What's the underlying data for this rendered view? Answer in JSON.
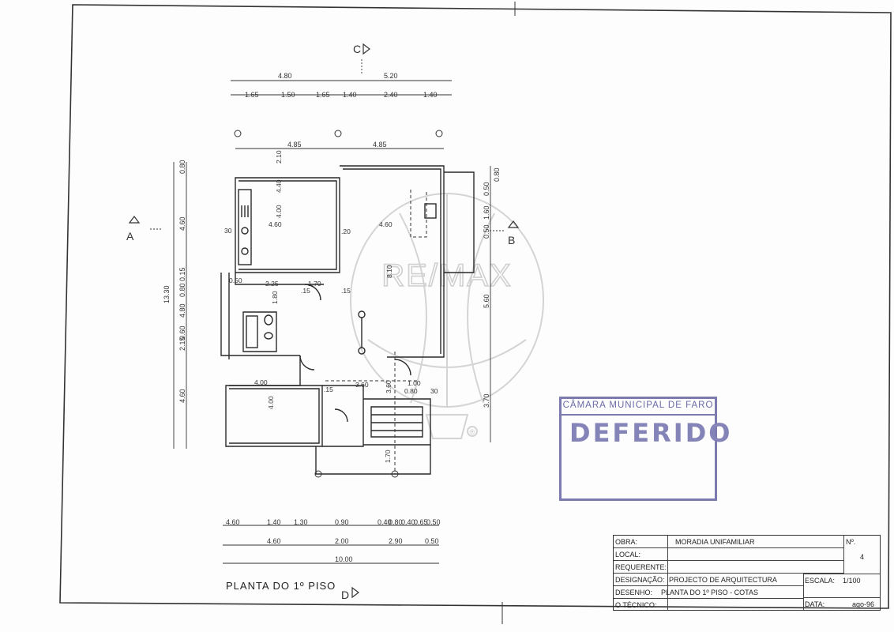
{
  "section_markers": {
    "a": "A",
    "b": "B",
    "c": "C",
    "d": "D"
  },
  "top_dimensions": {
    "overall": [
      "4.80",
      "5.20"
    ],
    "detail": [
      "1.65",
      "1.50",
      "1.65",
      "1.40",
      "2.40",
      "1.40"
    ],
    "inner": [
      "4.85",
      "4.85"
    ]
  },
  "left_dimensions": {
    "overall": "13.30",
    "segments": [
      "0.80",
      "4.60",
      "0.15",
      "0.80",
      "4.80",
      "2.15",
      "0.60",
      "4.60"
    ]
  },
  "right_dimensions": [
    "0.50",
    "0.80",
    "1.60",
    "0.50",
    "5.60",
    "3.70"
  ],
  "bottom_dimensions": {
    "detail": [
      "4.60",
      "1.40",
      "1.30",
      "0.90",
      "0.40",
      "0.80",
      "0.40",
      "0.65",
      "0.50"
    ],
    "middle": [
      "4.60",
      "2.00",
      "2.90",
      "0.50"
    ],
    "overall": "10.00"
  },
  "room_dimensions": [
    "4.60",
    "4.00",
    "4.60",
    ".20",
    "4.40",
    "2.25",
    "1.70",
    "1.80",
    "0.50",
    "4.00",
    "4.00",
    "3.60",
    "3.60",
    "1.00",
    "0.80",
    "30",
    "30",
    ".15",
    ".15",
    ".15",
    "2.10",
    "8.10",
    "1.70"
  ],
  "watermark": {
    "brand": "RE/MAX",
    "trademark": "®"
  },
  "stamp": {
    "authority": "CÂMARA MUNICIPAL DE FARO",
    "status": "DEFERIDO"
  },
  "title_block": {
    "obra_label": "OBRA:",
    "obra_value": "MORADIA UNIFAMILIAR",
    "local_label": "LOCAL:",
    "requerente_label": "REQUERENTE:",
    "designacao_label": "DESIGNAÇÃO:",
    "designacao_value": "PROJECTO DE ARQUITECTURA",
    "desenho_label": "DESENHO:",
    "desenho_value": "PLANTA DO 1º PISO - COTAS",
    "tecnico_label": "O TÉCNICO:",
    "numero_label": "Nº.",
    "numero_value": "4",
    "escala_label": "ESCALA:",
    "escala_value": "1/100",
    "data_label": "DATA:",
    "data_value": "ago-96"
  },
  "plan_title": "PLANTA DO 1º PISO",
  "colors": {
    "ink": "#2a2a2a",
    "stamp": "#6b6ba8",
    "watermark": "#cfcfcf"
  }
}
